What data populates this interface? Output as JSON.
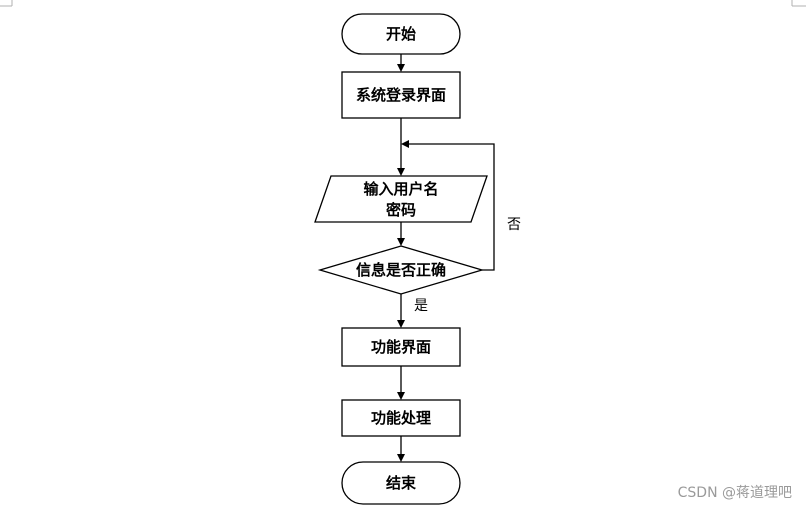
{
  "nodes": {
    "start": "开始",
    "login": "系统登录界面",
    "input_line1": "输入用户名",
    "input_line2": "密码",
    "check": "信息是否正确",
    "func_ui": "功能界面",
    "func_proc": "功能处理",
    "end": "结束"
  },
  "edges": {
    "no_label": "否",
    "yes_label": "是"
  },
  "watermark": "CSDN @蒋道理吧"
}
